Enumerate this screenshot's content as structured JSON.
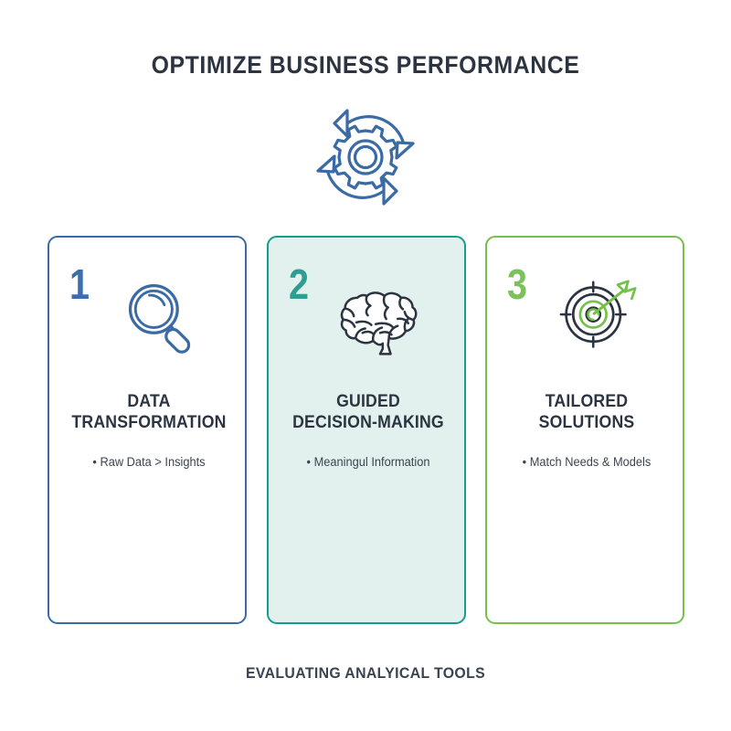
{
  "header": {
    "title": "OPTIMIZE BUSINESS PERFORMANCE"
  },
  "hero_icon": {
    "name": "gear-cycle-icon",
    "color": "#3a6ba5"
  },
  "colors": {
    "blue": "#3a6ba5",
    "blue_number": "#3a6fae",
    "teal": "#169c8e",
    "teal_number": "#2e9e92",
    "teal_fill": "#e2f1ed",
    "green": "#74c04a",
    "green_number": "#7cc159",
    "navy_text": "#2b3440",
    "body_text": "#3c4450",
    "background": "#ffffff"
  },
  "cards": [
    {
      "number": "1",
      "heading": "DATA\nTRANSFORMATION",
      "heading_line1": "DATA",
      "heading_line2": "TRANSFORMATION",
      "bullet": "• Raw Data > Insights",
      "icon": "magnifying-glass-icon",
      "accent": "#3a6ba5",
      "fill": "#ffffff"
    },
    {
      "number": "2",
      "heading": "GUIDED\nDECISION-MAKING",
      "heading_line1": "GUIDED",
      "heading_line2": "DECISION-MAKING",
      "bullet": "• Meaningul Information",
      "icon": "brain-icon",
      "accent": "#169c8e",
      "fill": "#e2f1ed"
    },
    {
      "number": "3",
      "heading": "TAILORED\nSOLUTIONS",
      "heading_line1": "TAILORED",
      "heading_line2": "SOLUTIONS",
      "bullet": "• Match Needs & Models",
      "icon": "target-arrow-icon",
      "accent": "#74c04a",
      "fill": "#ffffff"
    }
  ],
  "footer": {
    "caption": "EVALUATING ANALYICAL TOOLS"
  }
}
